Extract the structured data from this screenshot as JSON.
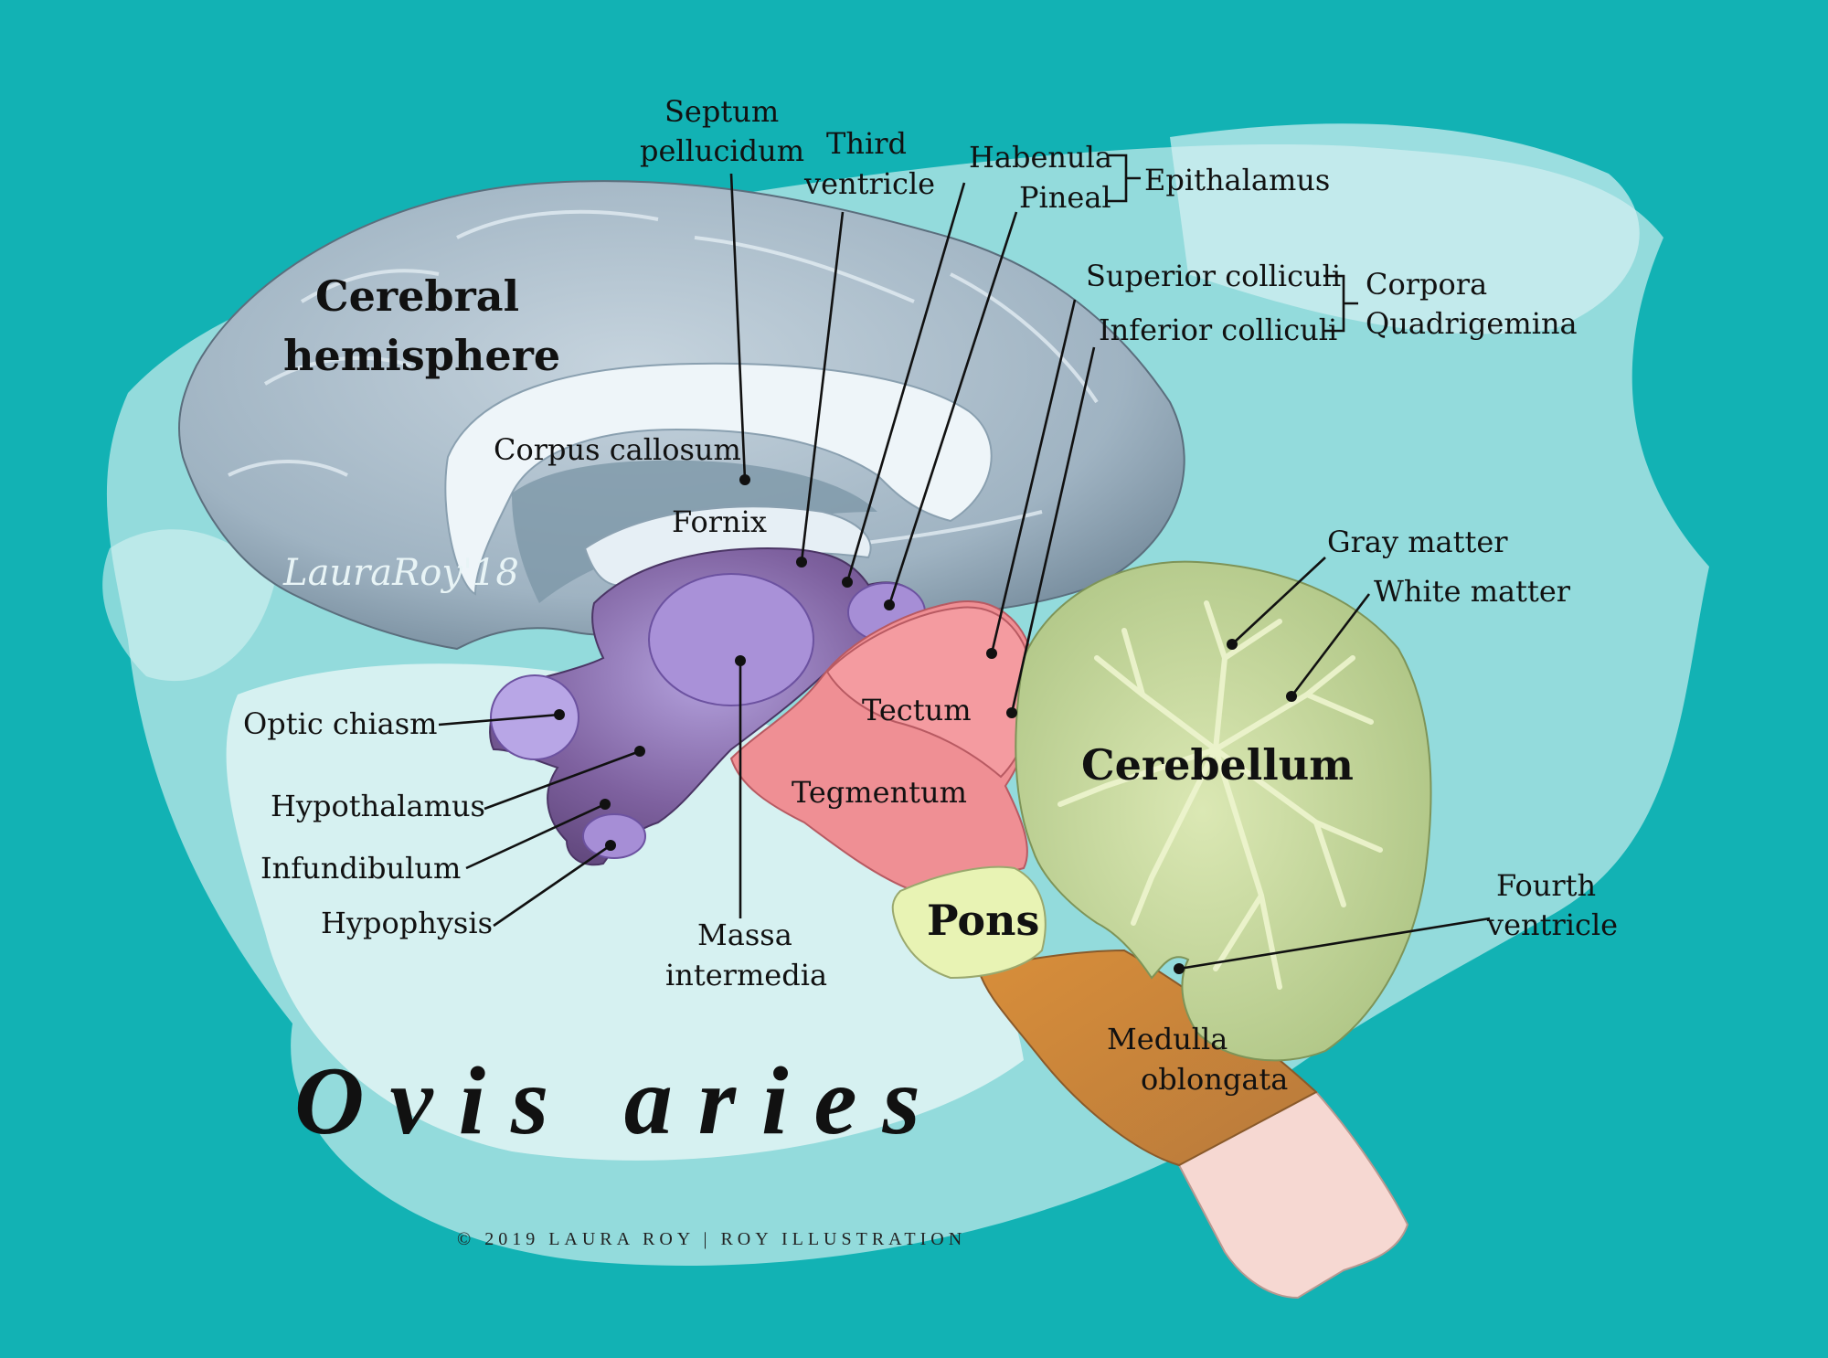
{
  "title": "Ovis aries",
  "credit": "© 2019 LAURA ROY | ROY ILLUSTRATION",
  "signature": "LauraRoy'18",
  "colors": {
    "background": "#12b2b4",
    "cerebrum": "#9eb4c3",
    "diencephalon": "#7c5d9c",
    "midbrain": "#ee8d92",
    "cerebellum": "#c2d59c",
    "pons": "#e7f2b2",
    "medulla": "#d08b3e",
    "spinal_cord": "#f6d8d2"
  },
  "labels": {
    "cerebral_hemisphere": [
      "Cerebral",
      "hemisphere"
    ],
    "septum_pellucidum": [
      "Septum",
      "pellucidum"
    ],
    "third_ventricle": [
      "Third",
      "ventricle"
    ],
    "habenula": "Habenula",
    "pineal": "Pineal",
    "epithalamus": "Epithalamus",
    "superior_colliculi": "Superior colliculi",
    "inferior_colliculi": "Inferior colliculi",
    "corpora_quadrigemina": [
      "Corpora",
      "Quadrigemina"
    ],
    "corpus_callosum": "Corpus callosum",
    "fornix": "Fornix",
    "gray_matter": "Gray matter",
    "white_matter": "White matter",
    "tectum": "Tectum",
    "tegmentum": "Tegmentum",
    "cerebellum": "Cerebellum",
    "optic_chiasm": "Optic chiasm",
    "hypothalamus": "Hypothalamus",
    "infundibulum": "Infundibulum",
    "hypophysis": "Hypophysis",
    "massa_intermedia": [
      "Massa",
      "intermedia"
    ],
    "pons": "Pons",
    "fourth_ventricle": [
      "Fourth",
      "ventricle"
    ],
    "medulla_oblongata": [
      "Medulla",
      "oblongata"
    ]
  }
}
